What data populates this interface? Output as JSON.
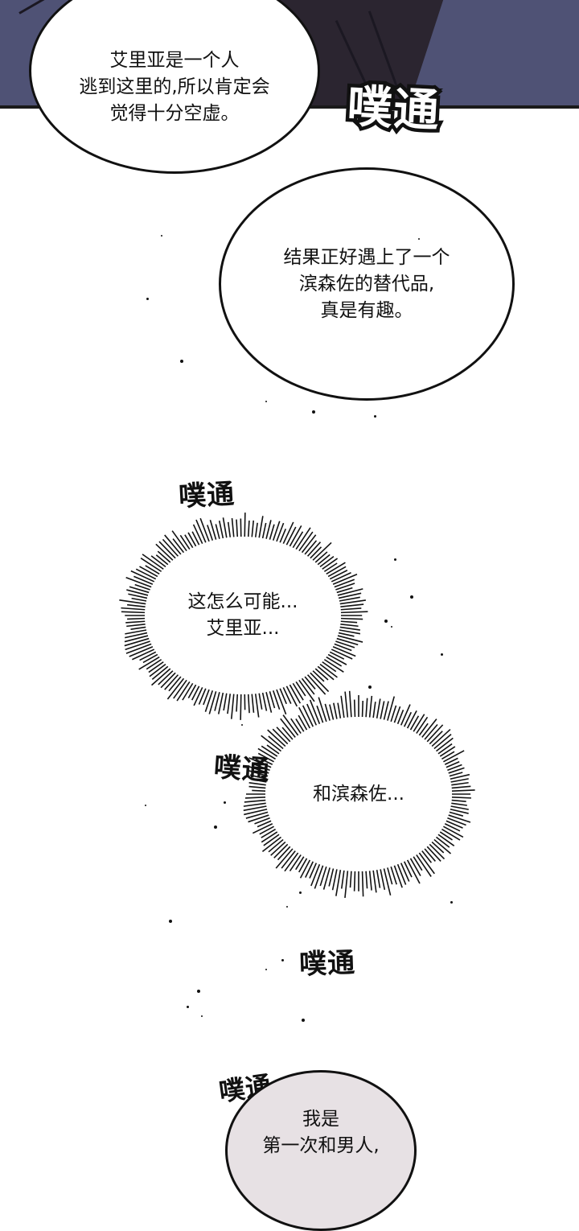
{
  "bubbles": [
    {
      "lines": [
        "艾里亚是一个人",
        "逃到这里的,所以肯定会",
        "觉得十分空虚。"
      ]
    },
    {
      "lines": [
        "结果正好遇上了一个",
        "滨森佐的替代品,",
        "真是有趣。"
      ]
    },
    {
      "lines": [
        "这怎么可能...",
        "艾里亚..."
      ]
    },
    {
      "lines": [
        "和滨森佐..."
      ]
    },
    {
      "lines": [
        "我是",
        "第一次和男人,"
      ]
    }
  ],
  "sfx": [
    "噗通",
    "噗通",
    "噗通",
    "噗通",
    "噗通"
  ],
  "colors": {
    "panel": "#4f5275",
    "ink": "#111111",
    "grey_bubble": "#e7e1e4"
  }
}
